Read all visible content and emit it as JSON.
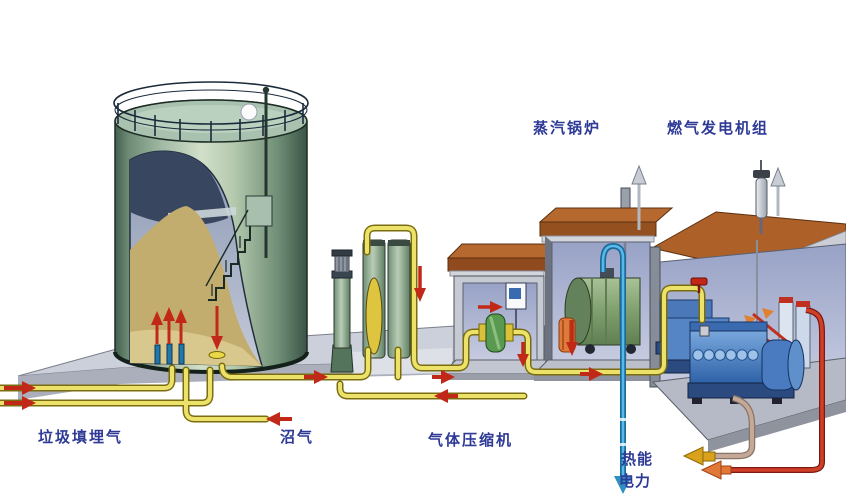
{
  "labels": {
    "steam_boiler": "蒸汽锅炉",
    "gas_generator_set": "燃气发电机组",
    "landfill_gas": "垃圾填埋气",
    "biogas": "沼气",
    "gas_compressor": "气体压缩机",
    "heat_energy": "热能",
    "electric_power": "电力"
  },
  "colors": {
    "label_text": "#2e3a96",
    "pipe_yellow": "#ece26a",
    "pipe_outline": "#7a6c10",
    "flow_arrow_red": "#c22818",
    "heat_pipe_blue": "#2e8fc0",
    "roof_brown": "#ad6028",
    "tank_green": "#9fb8a2",
    "wall_blue": "#a3adcf",
    "concrete_gray": "#c6cad3",
    "output_heat_arrow": "#d9a11e",
    "output_power_arrow": "#e07838"
  },
  "components": [
    "digester-tank",
    "tank-railing",
    "tank-cutaway",
    "gas-injection-wells",
    "flare-column",
    "scrubber-towers",
    "compressor-shed",
    "gas-compressor-unit",
    "control-panel",
    "boiler-room",
    "steam-boiler-unit",
    "burner",
    "chimney",
    "generator-hall",
    "gas-engine-generators",
    "radiator-panels",
    "exhaust-muffler",
    "gas-pipe-network",
    "heat-power-output-arrow"
  ]
}
